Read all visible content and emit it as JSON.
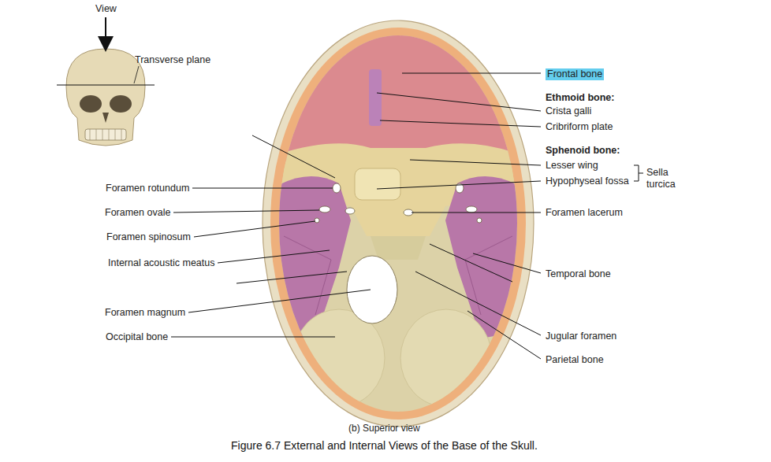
{
  "diagram": {
    "caption": "Figure 6.7 External and Internal Views of the Base of the Skull.",
    "labels": [
      "View",
      "Transverse plane",
      "Frontal bone",
      "Ethmoid bone:",
      "Crista galli",
      "Cribriform plate",
      "Sphenoid bone:",
      "Lesser wing",
      "Hypophyseal fossa",
      "Sella turcica",
      "Foramen lacerum",
      "Temporal bone",
      "Jugular foramen",
      "Parietal bone",
      "Foramen rotundum",
      "Foramen ovale",
      "Foramen spinosum",
      "Internal acoustic meatus",
      "Foramen magnum",
      "Occipital bone",
      "(b) Superior view"
    ]
  }
}
